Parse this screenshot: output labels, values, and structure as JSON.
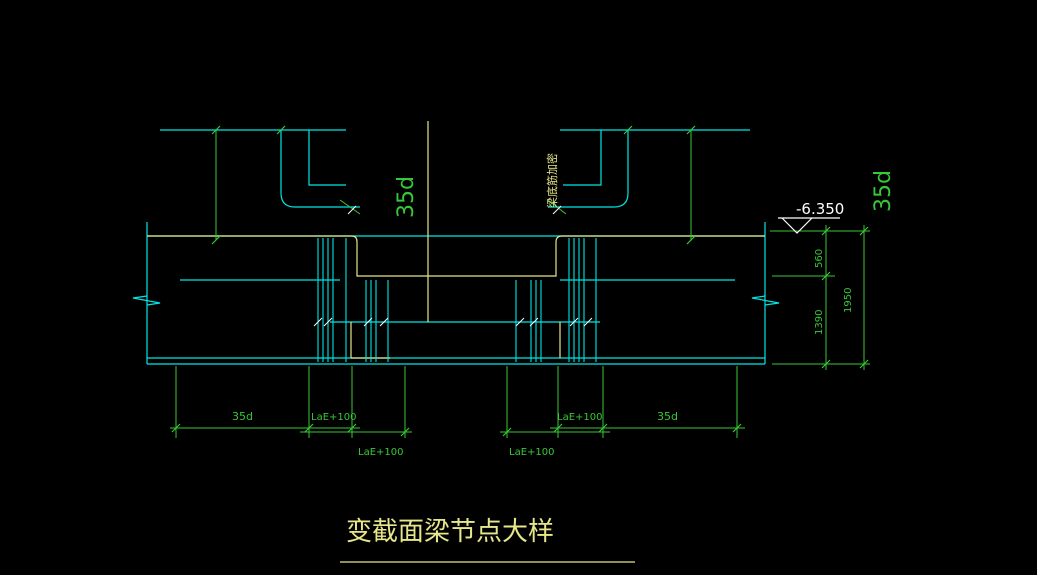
{
  "colors": {
    "background": "#000000",
    "cyan": "#00e5e5",
    "yellow": "#e6e68a",
    "green": "#37c837",
    "white": "#ffffff"
  },
  "drawing": {
    "title": "变截面梁节点大样",
    "elevation": "-6.350",
    "anchor_top_left": "35d",
    "anchor_top_right": "35d",
    "rebar_note": "梁底筋加密",
    "dims": {
      "bottom_left_35d": "35d",
      "bottom_right_35d": "35d",
      "lae_upper_left": "LaE+100",
      "lae_upper_right": "LaE+100",
      "lae_lower_left": "LaE+100",
      "lae_lower_right": "LaE+100",
      "right_560": "560",
      "right_1390": "1390",
      "right_1950": "1950"
    }
  }
}
